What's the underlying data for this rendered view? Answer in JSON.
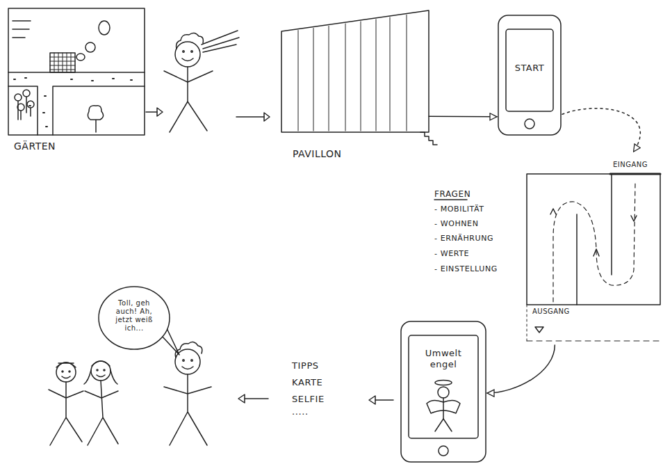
{
  "diagram": {
    "nodes": [
      {
        "text": [
          "GÄRTEN"
        ]
      },
      {
        "text": [
          "PAVILLON"
        ]
      },
      {
        "text": [
          "START"
        ]
      },
      {
        "text": [
          "EINGANG",
          "AUSGANG"
        ]
      },
      {
        "text": [
          "Umwelt engel"
        ]
      },
      {
        "text": [
          "Toll, geh auch! Ah, jetzt weiß ich..."
        ]
      }
    ],
    "edges": [
      {
        "from": 1,
        "to": 2,
        "arrow": "to"
      },
      {
        "from": 2,
        "to": 3,
        "arrow": "to"
      },
      {
        "from": 3,
        "to": 4,
        "arrow": "to"
      }
    ],
    "labels": [
      "FRAGEN",
      "- MOBILITÄT",
      "- WOHNEN",
      "- ERNÄHRUNG",
      "- WERTE",
      "- EINSTELLUNG",
      "TIPPS",
      "KARTE",
      "SELFIE",
      "....."
    ]
  }
}
